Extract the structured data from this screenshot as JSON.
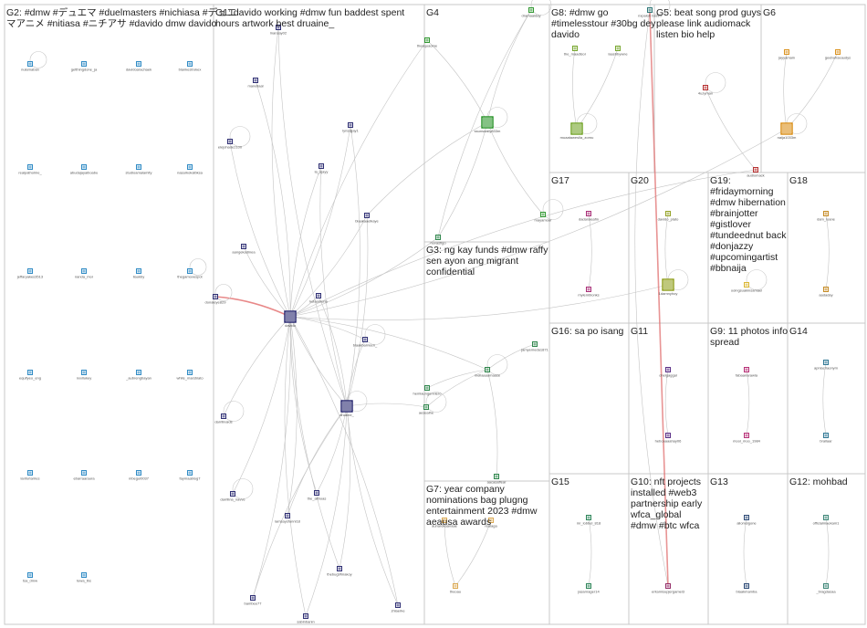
{
  "groups": [
    {
      "id": "G2",
      "title_lines": [
        "G2: #dmw #デュエマ #duelmasters #nichiasa #デュエ",
        "マアニメ #nitiasa #ニチアサ #davido dmw davido"
      ]
    },
    {
      "id": "G1",
      "title_lines": [
        "G1: davido working #dmw fun baddest spent",
        "hours artwork best druaine_"
      ]
    },
    {
      "id": "G4",
      "title_lines": [
        "G4"
      ]
    },
    {
      "id": "G8",
      "title_lines": [
        "G8: #dmw go",
        "#timelesstour #30bg dey",
        "davido"
      ]
    },
    {
      "id": "G5",
      "title_lines": [
        "G5: beat song prod guys",
        "please link audiomack",
        "listen bio help"
      ]
    },
    {
      "id": "G6",
      "title_lines": [
        "G6"
      ]
    },
    {
      "id": "G17",
      "title_lines": [
        "G17"
      ]
    },
    {
      "id": "G20",
      "title_lines": [
        "G20"
      ]
    },
    {
      "id": "G19",
      "title_lines": [
        "G19:",
        "#fridaymorning",
        "#dmw hibernation",
        "#brainjotter",
        "#gistlover",
        "#tundeednut back",
        "#donjazzy",
        "#upcomingartist",
        "#bbnaija"
      ]
    },
    {
      "id": "G18",
      "title_lines": [
        "G18"
      ]
    },
    {
      "id": "G3",
      "title_lines": [
        "G3: ng kay funds #dmw raffy",
        "sen ayon ang migrant",
        "confidential"
      ]
    },
    {
      "id": "G16",
      "title_lines": [
        "G16: sa po isang"
      ]
    },
    {
      "id": "G11",
      "title_lines": [
        "G11"
      ]
    },
    {
      "id": "G9",
      "title_lines": [
        "G9: 11 photos info",
        "spread"
      ]
    },
    {
      "id": "G14",
      "title_lines": [
        "G14"
      ]
    },
    {
      "id": "G7",
      "title_lines": [
        "G7: year company",
        "nominations bag plugng",
        "entertainment 2023 #dmw",
        "aeausa awards"
      ]
    },
    {
      "id": "G15",
      "title_lines": [
        "G15"
      ]
    },
    {
      "id": "G10",
      "title_lines": [
        "G10: nft projects",
        "installed #web3",
        "partnership early",
        "wfca_global",
        "#dmw #btc wfca"
      ]
    },
    {
      "id": "G13",
      "title_lines": [
        "G13"
      ]
    },
    {
      "id": "G12",
      "title_lines": [
        "G12: mohbad"
      ]
    }
  ],
  "nodes": [
    {
      "id": "n1",
      "label": "nulamaban",
      "color": "#1a7fbf"
    },
    {
      "id": "n2",
      "label": "getthingdone_ja",
      "color": "#1a7fbf"
    },
    {
      "id": "n3",
      "label": "davidoarachaek",
      "color": "#1a7fbf"
    },
    {
      "id": "n4",
      "label": "blankestrokex",
      "color": "#1a7fbf"
    },
    {
      "id": "n5",
      "label": "realpatholme_",
      "color": "#1a7fbf"
    },
    {
      "id": "n6",
      "label": "abudajayaiboabu",
      "color": "#1a7fbf"
    },
    {
      "id": "n7",
      "label": "studioamalamity",
      "color": "#1a7fbf"
    },
    {
      "id": "n8",
      "label": "nasarkokalbksa",
      "color": "#1a7fbf"
    },
    {
      "id": "n9",
      "label": "jeffaryakes3513",
      "color": "#1a7fbf"
    },
    {
      "id": "n10",
      "label": "nanda_mor",
      "color": "#1a7fbf"
    },
    {
      "id": "n11",
      "label": "liaukby",
      "color": "#1a7fbf"
    },
    {
      "id": "n12",
      "label": "thegamovespot",
      "color": "#1a7fbf"
    },
    {
      "id": "n13",
      "label": "equifyeo_eng",
      "color": "#1a7fbf"
    },
    {
      "id": "n14",
      "label": "nxxllukey",
      "color": "#1a7fbf"
    },
    {
      "id": "n15",
      "label": "_aubrengbayan",
      "color": "#1a7fbf"
    },
    {
      "id": "n16",
      "label": "white_marsbiato",
      "color": "#1a7fbf"
    },
    {
      "id": "n17",
      "label": "lanforlarries",
      "color": "#1a7fbf"
    },
    {
      "id": "n18",
      "label": "ebarraaraura",
      "color": "#1a7fbf"
    },
    {
      "id": "n19",
      "label": "mbegul0037",
      "color": "#1a7fbf"
    },
    {
      "id": "n20",
      "label": "faymaablog7",
      "color": "#1a7fbf"
    },
    {
      "id": "n21",
      "label": "tsa_dmw",
      "color": "#1a7fbf"
    },
    {
      "id": "n22",
      "label": "tewa_lbs",
      "color": "#1a7fbf"
    },
    {
      "id": "n23",
      "label": "lnansay02",
      "color": "#1a1a66"
    },
    {
      "id": "n24",
      "label": "manellaal",
      "color": "#1a1a66"
    },
    {
      "id": "n25",
      "label": "elejohade2100",
      "color": "#1a1a66"
    },
    {
      "id": "n26",
      "label": "lynsajjay1",
      "color": "#1a1a66"
    },
    {
      "id": "n27",
      "label": "la_ajayy",
      "color": "#1a1a66"
    },
    {
      "id": "n28",
      "label": "blaakaaelkaye",
      "color": "#1a1a66"
    },
    {
      "id": "n29",
      "label": "aangekadinea",
      "color": "#1a1a66"
    },
    {
      "id": "n30",
      "label": "donaleye829",
      "color": "#1a1a66"
    },
    {
      "id": "n31",
      "label": "davido",
      "color": "#1a1a66"
    },
    {
      "id": "n32",
      "label": "kelaamuria",
      "color": "#1a1a66"
    },
    {
      "id": "n33",
      "label": "blaakbarrieen_",
      "color": "#1a1a66"
    },
    {
      "id": "n34",
      "label": "druaine_",
      "color": "#1a1a66"
    },
    {
      "id": "n35",
      "label": "darrlilnaids",
      "color": "#1a1a66"
    },
    {
      "id": "n36",
      "label": "darrlilna_navve",
      "color": "#1a1a66"
    },
    {
      "id": "n37",
      "label": "the_althoas",
      "color": "#1a1a66"
    },
    {
      "id": "n38",
      "label": "lamsaysfunni18",
      "color": "#1a1a66"
    },
    {
      "id": "n39",
      "label": "thebug9fmakoy",
      "color": "#1a1a66"
    },
    {
      "id": "n40",
      "label": "bambee77",
      "color": "#1a1a66"
    },
    {
      "id": "n41",
      "label": "sabinbanin",
      "color": "#1a1a66"
    },
    {
      "id": "n42",
      "label": "zhlaerke",
      "color": "#1a1a66"
    },
    {
      "id": "n43",
      "label": "theaquaome",
      "color": "#1f8f1f"
    },
    {
      "id": "n44",
      "label": "dramaaiday",
      "color": "#1f8f1f"
    },
    {
      "id": "n45",
      "label": "ssunsdaily833m",
      "color": "#1f8f1f"
    },
    {
      "id": "n46",
      "label": "mayamour",
      "color": "#1f8f1f"
    },
    {
      "id": "n47",
      "label": "the_maadisor",
      "color": "#6a9e1a"
    },
    {
      "id": "n48",
      "label": "laashbywne",
      "color": "#6a9e1a"
    },
    {
      "id": "n49",
      "label": "muaataweslla_zornu",
      "color": "#6a9e1a"
    },
    {
      "id": "n50",
      "label": "4uzyman",
      "color": "#b01c1c"
    },
    {
      "id": "n51",
      "label": "audiomack",
      "color": "#b01c1c"
    },
    {
      "id": "n52",
      "label": "jayyamain",
      "color": "#d8890b"
    },
    {
      "id": "n53",
      "label": "geebuhseaudys",
      "color": "#d8890b"
    },
    {
      "id": "n54",
      "label": "naija1033m",
      "color": "#d8890b"
    },
    {
      "id": "n55",
      "label": "dadaraleafin",
      "color": "#a01a6a"
    },
    {
      "id": "n56",
      "label": "mylemblonks",
      "color": "#a01a6a"
    },
    {
      "id": "n57",
      "label": "davido_plato",
      "color": "#8a9a10"
    },
    {
      "id": "n58",
      "label": "1damnyhoy",
      "color": "#8a9a10"
    },
    {
      "id": "n59",
      "label": "ooingsuakinsamael",
      "color": "#d8b020"
    },
    {
      "id": "n60",
      "label": "dam_loane",
      "color": "#c08010"
    },
    {
      "id": "n61",
      "label": "aadaday",
      "color": "#c08010"
    },
    {
      "id": "n62",
      "label": "nuvasfigo",
      "color": "#1a7a3a"
    },
    {
      "id": "n63",
      "label": "hemlaungenniero",
      "color": "#1a7a3a"
    },
    {
      "id": "n64",
      "label": "jamyemeda1871",
      "color": "#1a7a3a"
    },
    {
      "id": "n65",
      "label": "aesealhe",
      "color": "#1a7a3a"
    },
    {
      "id": "n66",
      "label": "aacasaffear",
      "color": "#1a7a3a"
    },
    {
      "id": "n67",
      "label": "mellaaaamaase",
      "color": "#1a7a3a"
    },
    {
      "id": "n68",
      "label": "ohelgaggal",
      "color": "#4a1a7a"
    },
    {
      "id": "n69",
      "label": "heboaaaahay06",
      "color": "#4a1a7a"
    },
    {
      "id": "n70",
      "label": "fabaanarawla",
      "color": "#b01c6a"
    },
    {
      "id": "n71",
      "label": "mool_moo_1984",
      "color": "#b01c6a"
    },
    {
      "id": "n72",
      "label": "apnlacrlaonym",
      "color": "#1a6a8a"
    },
    {
      "id": "n73",
      "label": "brailaar",
      "color": "#1a6a8a"
    },
    {
      "id": "n74",
      "label": "aunarekaanaae",
      "color": "#d8a040"
    },
    {
      "id": "n75",
      "label": "realaga",
      "color": "#d8a040"
    },
    {
      "id": "n76",
      "label": "theoau",
      "color": "#d8a040"
    },
    {
      "id": "n77",
      "label": "nxpaloh bsevn",
      "color": "#1a6a6a"
    },
    {
      "id": "n78",
      "label": "mr_lobbel_818",
      "color": "#1a7a4a"
    },
    {
      "id": "n79",
      "label": "jasarnager14",
      "color": "#1a7a4a"
    },
    {
      "id": "n80",
      "label": "entamisupjergamel3",
      "color": "#8a1a5a"
    },
    {
      "id": "n81",
      "label": "aliomsigone",
      "color": "#1a3a6a"
    },
    {
      "id": "n82",
      "label": "blaakmamba",
      "color": "#1a3a6a"
    },
    {
      "id": "n83",
      "label": "officialmaekam1",
      "color": "#2a7a6a"
    },
    {
      "id": "n84",
      "label": "_bragdasaa",
      "color": "#2a7a6a"
    }
  ]
}
